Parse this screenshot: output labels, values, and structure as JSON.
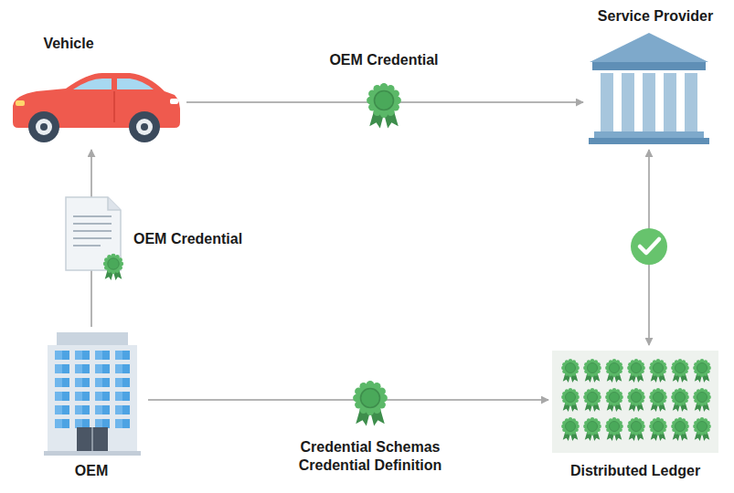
{
  "diagram": {
    "nodes": [
      {
        "text": [
          "Vehicle"
        ]
      },
      {
        "text": [
          "Service Provider"
        ]
      },
      {
        "text": [
          "OEM"
        ]
      },
      {
        "text": [
          "Distributed Ledger"
        ]
      }
    ],
    "edges": [
      {
        "from": 0,
        "to": 1,
        "label": "OEM Credential",
        "arrow": "to"
      },
      {
        "from": 2,
        "to": 0,
        "label": "OEM Credential",
        "arrow": "to"
      },
      {
        "from": 2,
        "to": 3,
        "label": "Credential Schemas Credential Definition",
        "arrow": "to"
      },
      {
        "from": 3,
        "to": 1,
        "arrow": "both"
      }
    ]
  }
}
